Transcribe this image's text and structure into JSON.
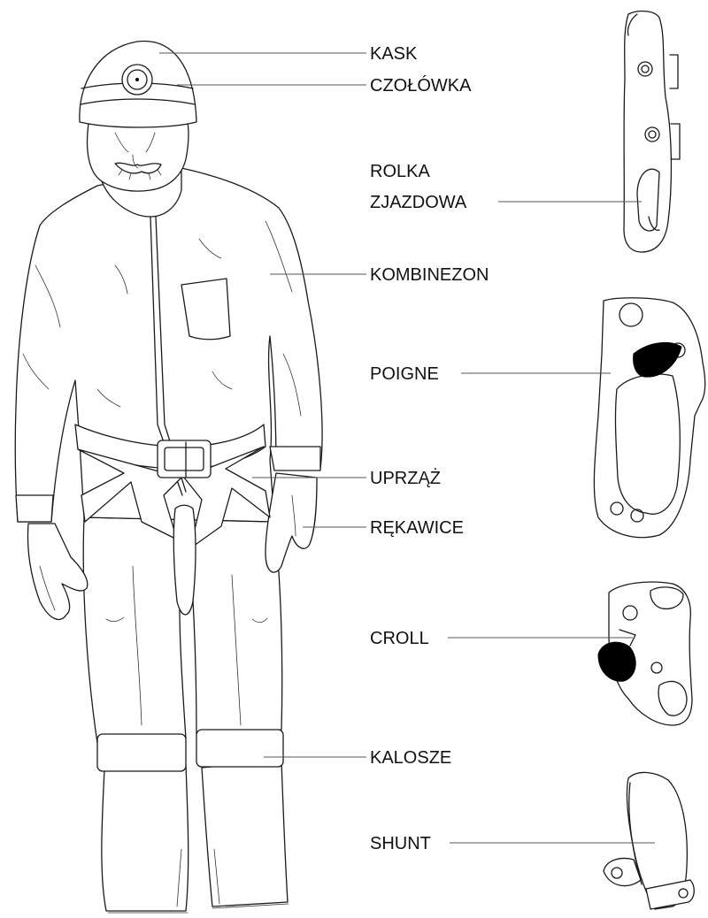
{
  "labels": {
    "kask": "KASK",
    "czolowka": "CZOŁÓWKA",
    "rolka_1": "ROLKA",
    "rolka_2": "ZJAZDOWA",
    "kombinezon": "KOMBINEZON",
    "poigne": "POIGNE",
    "uprzaz": "UPRZĄŻ",
    "rekawice": "RĘKAWICE",
    "croll": "CROLL",
    "kalosze": "KALOSZE",
    "shunt": "SHUNT"
  },
  "colors": {
    "ink": "#1a1a1a",
    "background": "#ffffff",
    "fill_dark": "#000000"
  }
}
